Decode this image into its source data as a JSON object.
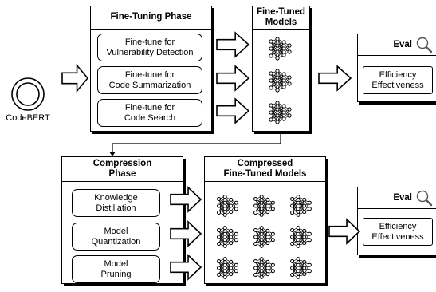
{
  "codebert": {
    "label": "CodeBERT"
  },
  "fine_tuning": {
    "title": "Fine-Tuning Phase",
    "tasks": [
      {
        "line1": "Fine-tune for",
        "line2": "Vulnerability Detection"
      },
      {
        "line1": "Fine-tune for",
        "line2": "Code Summarization"
      },
      {
        "line1": "Fine-tune for",
        "line2": "Code Search"
      }
    ]
  },
  "fine_tuned_models": {
    "title_line1": "Fine-Tuned",
    "title_line2": "Models"
  },
  "eval_top": {
    "title": "Eval",
    "metric1": "Efficiency",
    "metric2": "Effectiveness",
    "icon": "magnifier-icon"
  },
  "compression": {
    "title_line1": "Compression",
    "title_line2": "Phase",
    "methods": [
      {
        "line1": "Knowledge",
        "line2": "Distillation"
      },
      {
        "line1": "Model",
        "line2": "Quantization"
      },
      {
        "line1": "Model",
        "line2": "Pruning"
      }
    ]
  },
  "compressed_models": {
    "title_line1": "Compressed",
    "title_line2": "Fine-Tuned Models"
  },
  "eval_bottom": {
    "title": "Eval",
    "metric1": "Efficiency",
    "metric2": "Effectiveness",
    "icon": "magnifier-icon"
  }
}
